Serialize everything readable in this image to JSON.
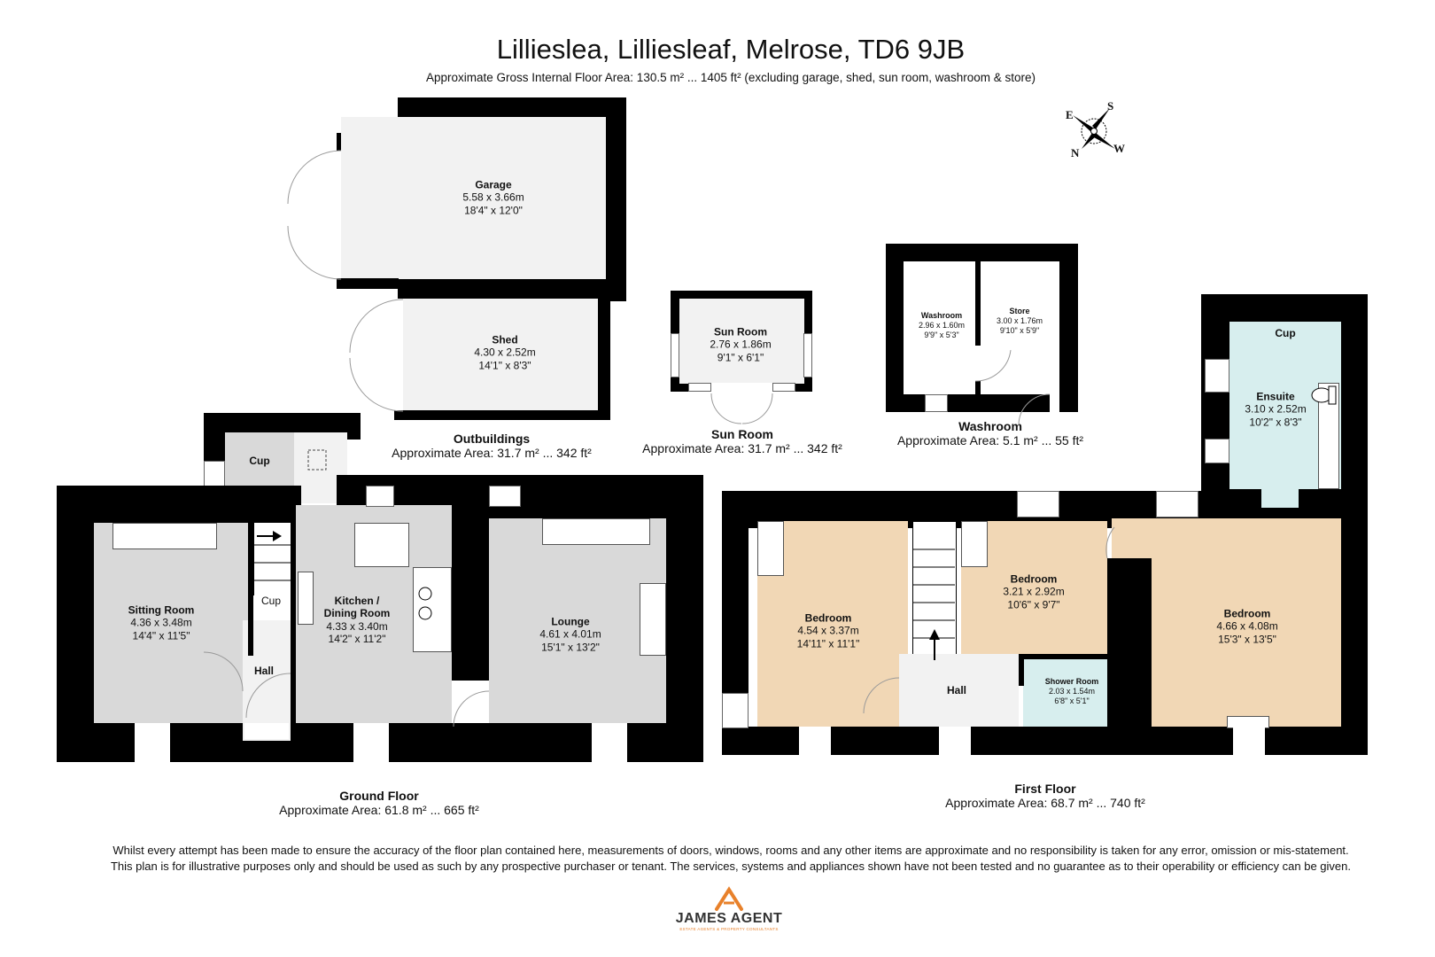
{
  "header": {
    "title": "Lillieslea, Lilliesleaf, Melrose, TD6 9JB",
    "subtitle": "Approximate Gross Internal Floor Area: 130.5 m² ... 1405 ft² (excluding garage, shed, sun room, washroom & store)"
  },
  "compass": {
    "icon": "compass-rose-icon",
    "labels": {
      "e": "E",
      "s": "S",
      "n": "N",
      "w": "W"
    }
  },
  "outbuildings": {
    "title": "Outbuildings",
    "area": "Approximate Area: 31.7 m² ... 342 ft²",
    "rooms": {
      "garage": {
        "name": "Garage",
        "metric": "5.58 x 3.66m",
        "imperial": "18'4\" x 12'0\""
      },
      "shed": {
        "name": "Shed",
        "metric": "4.30 x 2.52m",
        "imperial": "14'1\" x 8'3\""
      }
    }
  },
  "sun_room": {
    "title": "Sun Room",
    "area": "Approximate Area: 31.7 m² ... 342 ft²",
    "room": {
      "name": "Sun Room",
      "metric": "2.76 x 1.86m",
      "imperial": "9'1\" x 6'1\""
    }
  },
  "washroom_block": {
    "title": "Washroom",
    "area": "Approximate Area: 5.1 m² ... 55 ft²",
    "rooms": {
      "washroom": {
        "name": "Washroom",
        "metric": "2.96 x 1.60m",
        "imperial": "9'9\" x 5'3\""
      },
      "store": {
        "name": "Store",
        "metric": "3.00 x 1.76m",
        "imperial": "9'10\" x 5'9\""
      }
    }
  },
  "ground_floor": {
    "title": "Ground Floor",
    "area": "Approximate Area: 61.8 m² ... 665 ft²",
    "rooms": {
      "cup_outer": {
        "name": "Cup"
      },
      "sitting_room": {
        "name": "Sitting Room",
        "metric": "4.36 x 3.48m",
        "imperial": "14'4\" x 11'5\""
      },
      "cup_stair": {
        "name": "Cup"
      },
      "hall": {
        "name": "Hall"
      },
      "kitchen": {
        "name": "Kitchen /",
        "name2": "Dining Room",
        "metric": "4.33 x 3.40m",
        "imperial": "14'2\" x 11'2\""
      },
      "lounge": {
        "name": "Lounge",
        "metric": "4.61 x 4.01m",
        "imperial": "15'1\" x 13'2\""
      }
    }
  },
  "first_floor": {
    "title": "First Floor",
    "area": "Approximate Area: 68.7 m² ... 740 ft²",
    "rooms": {
      "bedroom1": {
        "name": "Bedroom",
        "metric": "4.54 x 3.37m",
        "imperial": "14'11\" x 11'1\""
      },
      "hall": {
        "name": "Hall"
      },
      "bedroom2": {
        "name": "Bedroom",
        "metric": "3.21 x 2.92m",
        "imperial": "10'6\" x 9'7\""
      },
      "shower_room": {
        "name": "Shower Room",
        "metric": "2.03 x 1.54m",
        "imperial": "6'8\" x 5'1\""
      },
      "bedroom3": {
        "name": "Bedroom",
        "metric": "4.66 x 4.08m",
        "imperial": "15'3\" x 13'5\""
      },
      "ensuite": {
        "name": "Ensuite",
        "metric": "3.10 x 2.52m",
        "imperial": "10'2\" x 8'3\""
      },
      "cup": {
        "name": "Cup"
      }
    }
  },
  "disclaimer": {
    "line1": "Whilst every attempt has been made to ensure the accuracy of the floor plan contained here, measurements of doors, windows, rooms and any other items are approximate and no responsibility is taken for any error, omission or mis-statement.",
    "line2": "This plan is for illustrative purposes only and should be used as such by any prospective purchaser or tenant. The services, systems and appliances shown have not been tested and no guarantee as to their operability or efficiency can be given."
  },
  "logo": {
    "name": "JAMES AGENT",
    "tagline": "ESTATE AGENTS & PROPERTY CONSULTANTS",
    "color": "#e8812b"
  },
  "colors": {
    "wall": "#000000",
    "ground_room": "#d9d9d9",
    "outbuilding_room": "#f2f2f2",
    "bedroom": "#f1d7b5",
    "bathroom": "#d7eeee"
  }
}
